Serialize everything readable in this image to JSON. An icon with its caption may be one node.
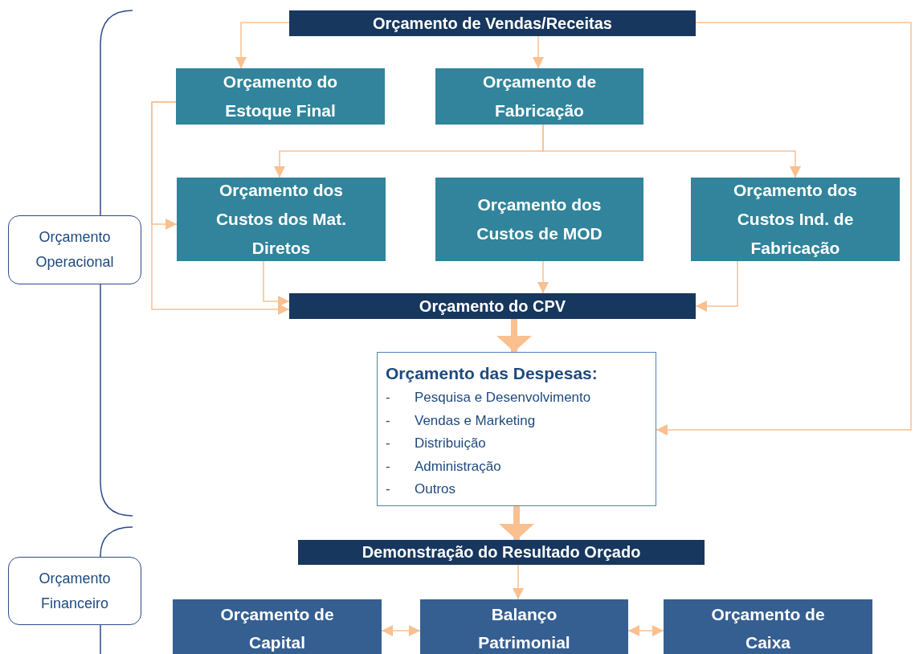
{
  "diagram": {
    "nodes": [
      {
        "text": [
          "Orçamento de Vendas/Receitas"
        ]
      },
      {
        "text": [
          "Orçamento do Estoque Final"
        ]
      },
      {
        "text": [
          "Orçamento de Fabricação"
        ]
      },
      {
        "text": [
          "Orçamento dos Custos dos Mat. Diretos"
        ]
      },
      {
        "text": [
          "Orçamento dos Custos de MOD"
        ]
      },
      {
        "text": [
          "Orçamento dos Custos Ind. de Fabricação"
        ]
      },
      {
        "text": [
          "Orçamento do CPV"
        ]
      },
      {
        "text": [
          "Orçamento das Despesas:",
          "-",
          "Pesquisa e Desenvolvimento",
          "-",
          "Vendas e Marketing",
          "-",
          "Distribuição",
          "-",
          "Administração",
          "-",
          "Outros"
        ]
      },
      {
        "text": [
          "Demonstração do Resultado Orçado"
        ]
      },
      {
        "text": [
          "Orçamento de Capital"
        ]
      },
      {
        "text": [
          "Balanço Patrimonial"
        ]
      },
      {
        "text": [
          "Orçamento de Caixa"
        ]
      },
      {
        "text": [
          "Orçamento Operacional"
        ]
      },
      {
        "text": [
          "Orçamento Financeiro"
        ]
      }
    ],
    "edges": [
      {
        "from": 0,
        "to": 1,
        "arrow": "to"
      },
      {
        "from": 0,
        "to": 2,
        "arrow": "to"
      },
      {
        "from": 0,
        "to": 7,
        "arrow": "to"
      },
      {
        "from": 2,
        "to": 3,
        "arrow": "to"
      },
      {
        "from": 2,
        "to": 5,
        "arrow": "to"
      },
      {
        "from": 1,
        "to": 3,
        "arrow": "to"
      },
      {
        "from": 1,
        "to": 6,
        "arrow": "to"
      },
      {
        "from": 3,
        "to": 6,
        "arrow": "to"
      },
      {
        "from": 4,
        "to": 6,
        "arrow": "to"
      },
      {
        "from": 5,
        "to": 6,
        "arrow": "to"
      },
      {
        "from": 6,
        "to": 7,
        "arrow": "to",
        "style": "thick"
      },
      {
        "from": 7,
        "to": 8,
        "arrow": "to",
        "style": "thick"
      },
      {
        "from": 8,
        "to": 10,
        "arrow": "to"
      },
      {
        "from": 9,
        "to": 10,
        "arrow": "both"
      },
      {
        "from": 10,
        "to": 11,
        "arrow": "both"
      }
    ]
  }
}
